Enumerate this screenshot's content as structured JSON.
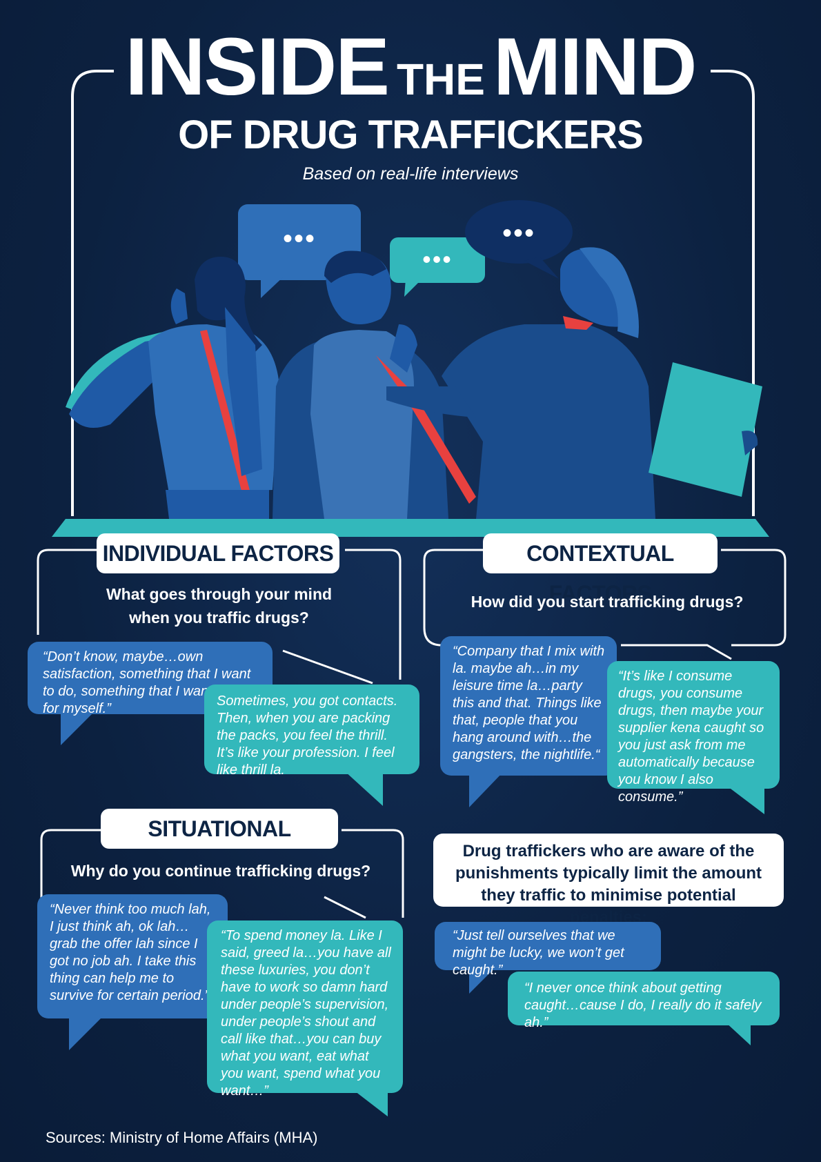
{
  "header": {
    "title_word1": "INSIDE",
    "title_word2": "THE",
    "title_word3": "MIND",
    "title_line2": "OF DRUG TRAFFICKERS",
    "subtitle": "Based on real-life interviews"
  },
  "colors": {
    "background": "#0d2444",
    "blue_bubble": "#2f6fb8",
    "teal_bubble": "#33b8bb",
    "dark_bubble": "#0f2f63",
    "accent_red": "#e8413f",
    "white": "#ffffff"
  },
  "illustration": {
    "bubble_left": "•••",
    "bubble_middle": "•••",
    "bubble_right": "•••"
  },
  "individual": {
    "label": "INDIVIDUAL FACTORS",
    "question": "What goes through your mind when you traffic drugs?",
    "quote1": "“Don’t know, maybe…own satisfaction, something that I want to do, something that I want to do for myself.”",
    "quote2": "Sometimes, you got contacts. Then, when you are packing the packs, you feel the thrill. It’s like your profession. I feel like thrill la."
  },
  "contextual": {
    "label": "CONTEXTUAL FACTORS",
    "question": "How did you start trafficking drugs?",
    "quote1": "“Company that I mix with la. maybe ah…in my leisure time la…party this and that. Things like that, people that you hang around with…the gangsters, the nightlife.“",
    "quote2": "“It’s like I consume drugs, you consume drugs, then maybe your supplier kena caught so you just ask from me automatically because you know I also consume.”"
  },
  "situational": {
    "label": "SITUATIONAL FACTORS",
    "question": "Why do you continue trafficking drugs?",
    "quote1": "“Never think too much lah, I just think ah, ok lah… grab the offer lah since I got no job ah. I take this thing can help me to survive for certain period.”",
    "quote2": "“To spend money la. Like I said, greed la…you have all these luxuries, you don’t have to work so damn hard under people’s supervision, under people’s shout and call like that…you can buy what you want, eat what you want, spend what you want…”"
  },
  "penalties": {
    "statement": "Drug traffickers who are aware of the punishments typically limit the amount they traffic to minimise potential penalties:",
    "quote1": "“Just tell ourselves that we might be lucky, we won’t get caught.”",
    "quote2": "“I never once think about getting caught…cause I do, I really do it safely ah.”"
  },
  "footer": {
    "sources": "Sources: Ministry of Home Affairs (MHA)"
  }
}
